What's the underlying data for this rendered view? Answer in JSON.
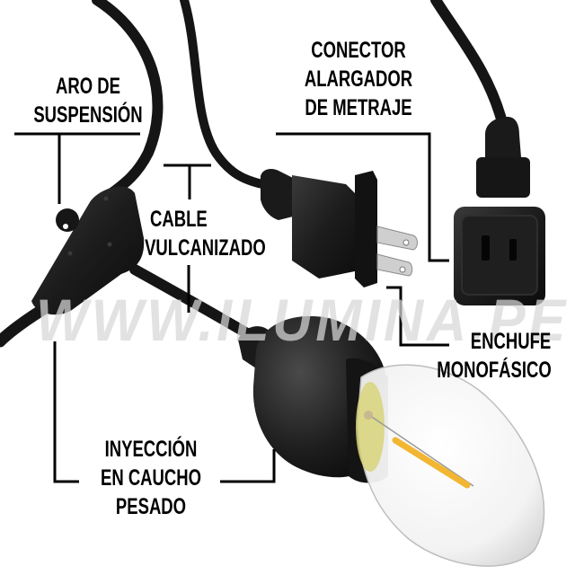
{
  "image": {
    "description": "Product diagram of an outdoor string-light cable with labeled components",
    "background_color": "#ffffff",
    "product_color": "#1a1a1a",
    "filament_color": "#f2b632"
  },
  "labels": {
    "suspension_ring": {
      "line1": "ARO DE",
      "line2": "SUSPENSIÓN"
    },
    "extension_connector": {
      "line1": "CONECTOR",
      "line2": "ALARGADOR",
      "line3": "DE METRAJE"
    },
    "vulcanized_cable": {
      "line1": "CABLE",
      "line2": "VULCANIZADO"
    },
    "single_phase_plug": {
      "line1": "ENCHUFE",
      "line2": "MONOFÁSICO"
    },
    "rubber_injection": {
      "line1": "INYECCIÓN",
      "line2": "EN CAUCHO",
      "line3": "PESADO"
    }
  },
  "watermark": {
    "text": "WWW.ILUMINA.PE"
  }
}
